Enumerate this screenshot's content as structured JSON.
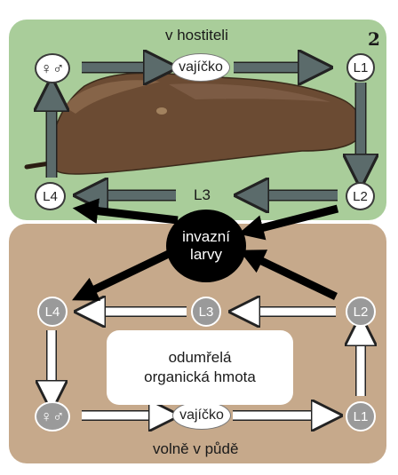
{
  "figure_number": "2",
  "host": {
    "title": "v hostiteli",
    "sexes": "♀♂",
    "egg": "vajíčko",
    "stage_l1": "L1",
    "stage_l2": "L2",
    "stage_l3": "L3",
    "stage_l4": "L4"
  },
  "invasive": {
    "line1": "invazní",
    "line2": "larvy"
  },
  "soil": {
    "title": "volně v půdě",
    "sexes": "♀♂",
    "egg": "vajíčko",
    "stage_l1": "L1",
    "stage_l2": "L2",
    "stage_l3": "L3",
    "stage_l4": "L4",
    "organic_line1": "odumřelá",
    "organic_line2": "organická hmota"
  },
  "colors": {
    "host_bg": "#a9cd9a",
    "soil_bg": "#c6a98b",
    "host_arrow": "#5b6b6b",
    "soil_arrow": "#ffffff",
    "invasive_arrow": "#000000"
  }
}
